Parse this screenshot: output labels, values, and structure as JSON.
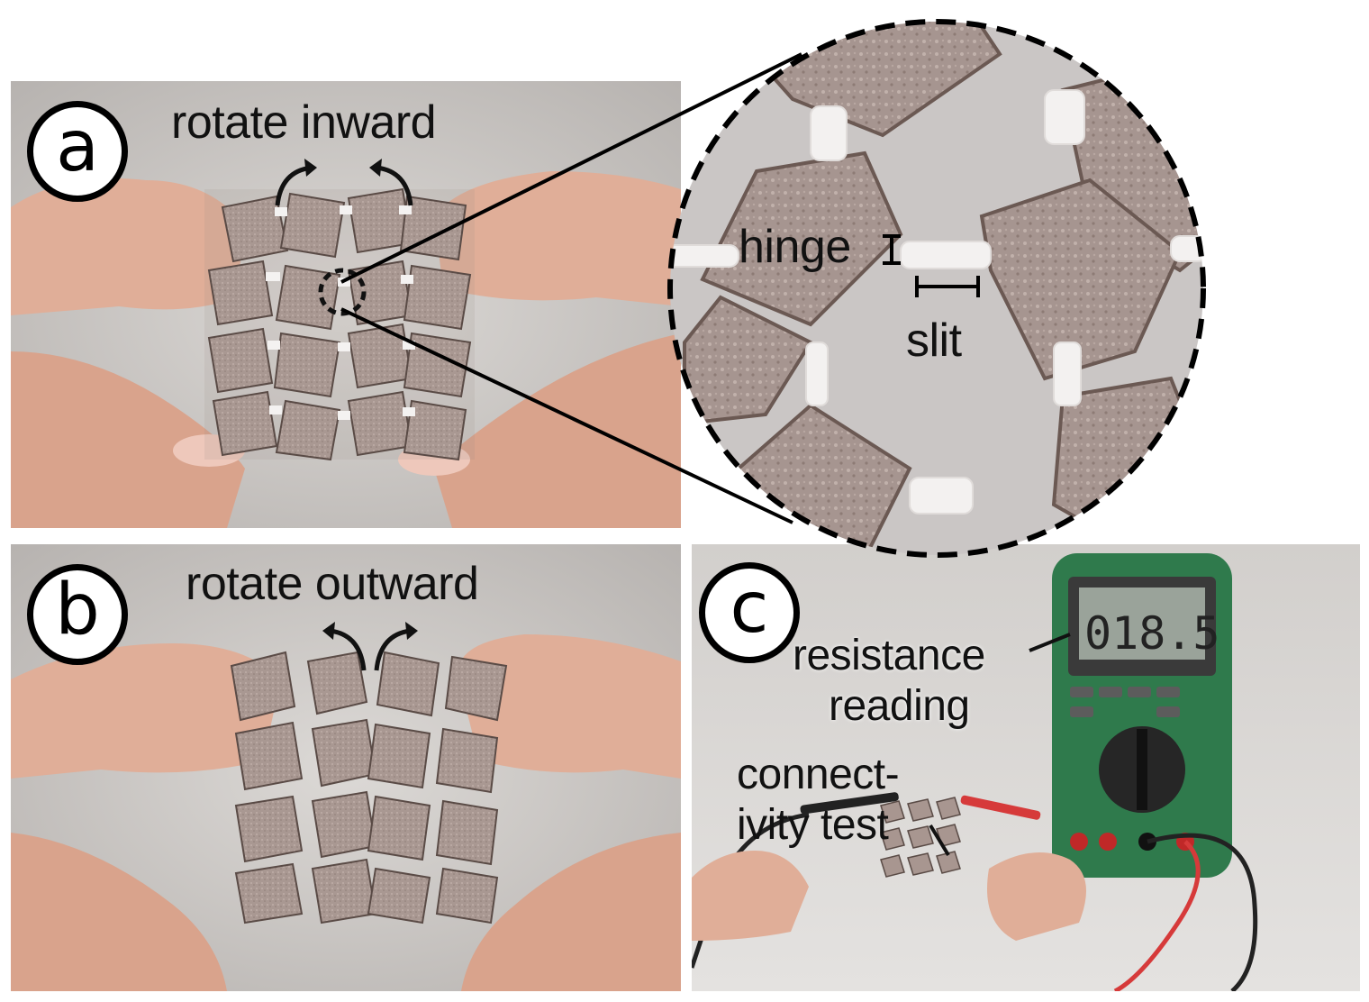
{
  "panels": {
    "a": {
      "badge": "a",
      "caption": "rotate inward",
      "zoom_labels": {
        "hinge": "hinge",
        "slit": "slit"
      }
    },
    "b": {
      "badge": "b",
      "caption": "rotate outward"
    },
    "c": {
      "badge": "c",
      "resistance_label_line1": "resistance",
      "resistance_label_line2": "reading",
      "connectivity_label_line1": "connect-",
      "connectivity_label_line2": "ivity test",
      "multimeter_display": "018.5"
    }
  },
  "colors": {
    "background_gray": "#c9c6c4",
    "tile": "#a89690",
    "hinge_white": "#f2f0ef",
    "skin": "#e2b39f",
    "multimeter_green": "#2f7a4c",
    "probe_red": "#d63a3a"
  }
}
